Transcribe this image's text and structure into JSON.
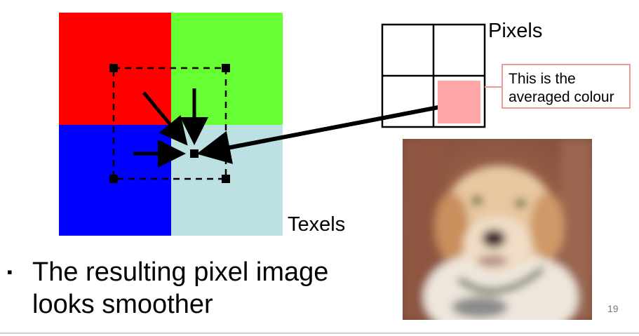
{
  "labels": {
    "pixels": "Pixels",
    "texels": "Texels"
  },
  "note": {
    "line1": "This is the",
    "line2": "averaged colour"
  },
  "bullet": {
    "marker": "▪",
    "line1": "The resulting pixel image",
    "line2": "looks smoother"
  },
  "page_number": "19",
  "colors": {
    "red": "#ff0000",
    "green": "#66ff33",
    "blue": "#0000ff",
    "light_cyan": "#bde0e3",
    "averaged_pink": "#ffa6a6",
    "note_border": "#f19a9a"
  },
  "icons": {
    "bullet": "square-bullet-icon"
  }
}
